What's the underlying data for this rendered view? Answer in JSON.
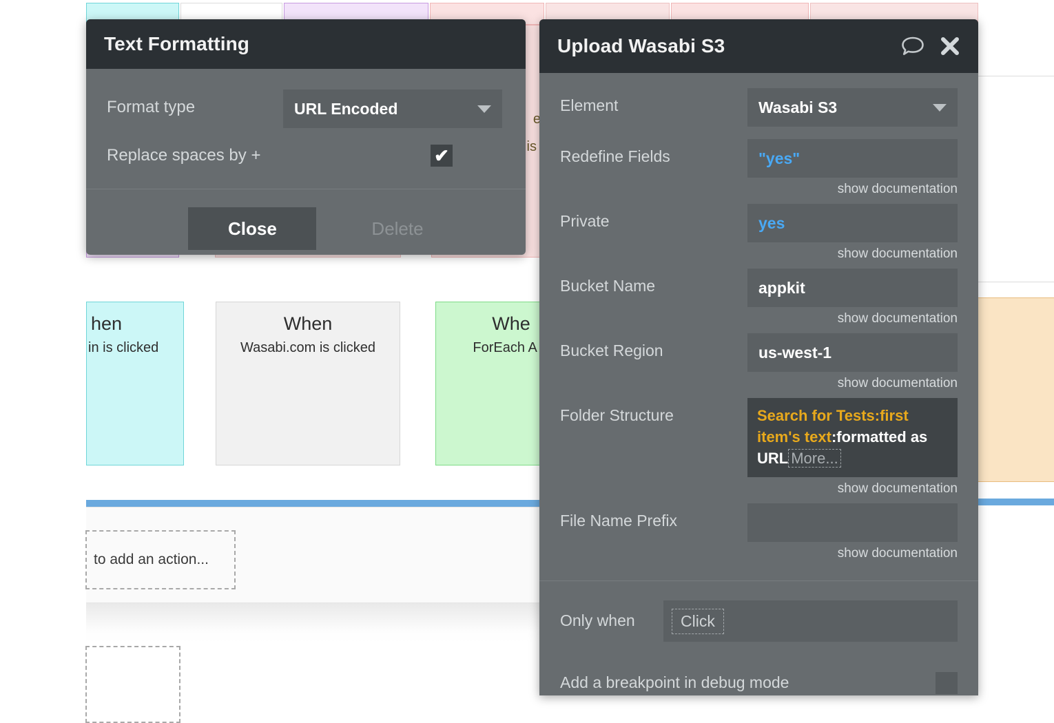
{
  "canvas": {
    "cards": [
      {
        "id": "when-login",
        "when": "hen",
        "sub": "in is clicked"
      },
      {
        "id": "when-wasabi",
        "when": "When",
        "sub": "Wasabi.com is clicked"
      },
      {
        "id": "when-foreach",
        "when": "Whe",
        "sub": "ForEach A E"
      }
    ],
    "action_placeholder": "to add an action...",
    "partial_texts": {
      "top_pink_1": "e",
      "top_pink_2": "is"
    }
  },
  "text_formatting_dialog": {
    "title": "Text Formatting",
    "format_type": {
      "label": "Format type",
      "value": "URL Encoded"
    },
    "replace_spaces": {
      "label": "Replace spaces by +",
      "checked": true,
      "tick": "✔"
    },
    "close_label": "Close",
    "delete_label": "Delete"
  },
  "upload_dialog": {
    "title": "Upload Wasabi S3",
    "icons": {
      "comment": "comment-icon",
      "close": "close-icon"
    },
    "doc_link_label": "show documentation",
    "fields": [
      {
        "label": "Element",
        "value": "Wasabi S3",
        "type": "select",
        "doc": false,
        "style": "plain"
      },
      {
        "label": "Redefine Fields",
        "value": "\"yes\"",
        "type": "text",
        "doc": true,
        "style": "blue"
      },
      {
        "label": "Private",
        "value": "yes",
        "type": "text",
        "doc": true,
        "style": "blue"
      },
      {
        "label": "Bucket Name",
        "value": "appkit",
        "type": "text",
        "doc": true,
        "style": "plain"
      },
      {
        "label": "Bucket Region",
        "value": "us-west-1",
        "type": "text",
        "doc": true,
        "style": "plain"
      }
    ],
    "folder_structure": {
      "label": "Folder Structure",
      "dynamic_part": "Search for Tests:first item's text",
      "static_part": ":formatted as URL",
      "more_label": "More...",
      "doc": "show documentation"
    },
    "file_name_prefix": {
      "label": "File Name Prefix",
      "value": "",
      "doc": "show documentation"
    },
    "only_when": {
      "label": "Only when",
      "placeholder": "Click"
    },
    "breakpoint": {
      "label": "Add a breakpoint in debug mode",
      "checked": false
    }
  },
  "colors": {
    "dialog_body": "#676c6f",
    "dialog_header": "#2b3034",
    "field_bg": "#5b6063",
    "accent_blue": "#49a9f5",
    "accent_orange": "#e8a91c",
    "bar_blue": "#6aa9de"
  }
}
